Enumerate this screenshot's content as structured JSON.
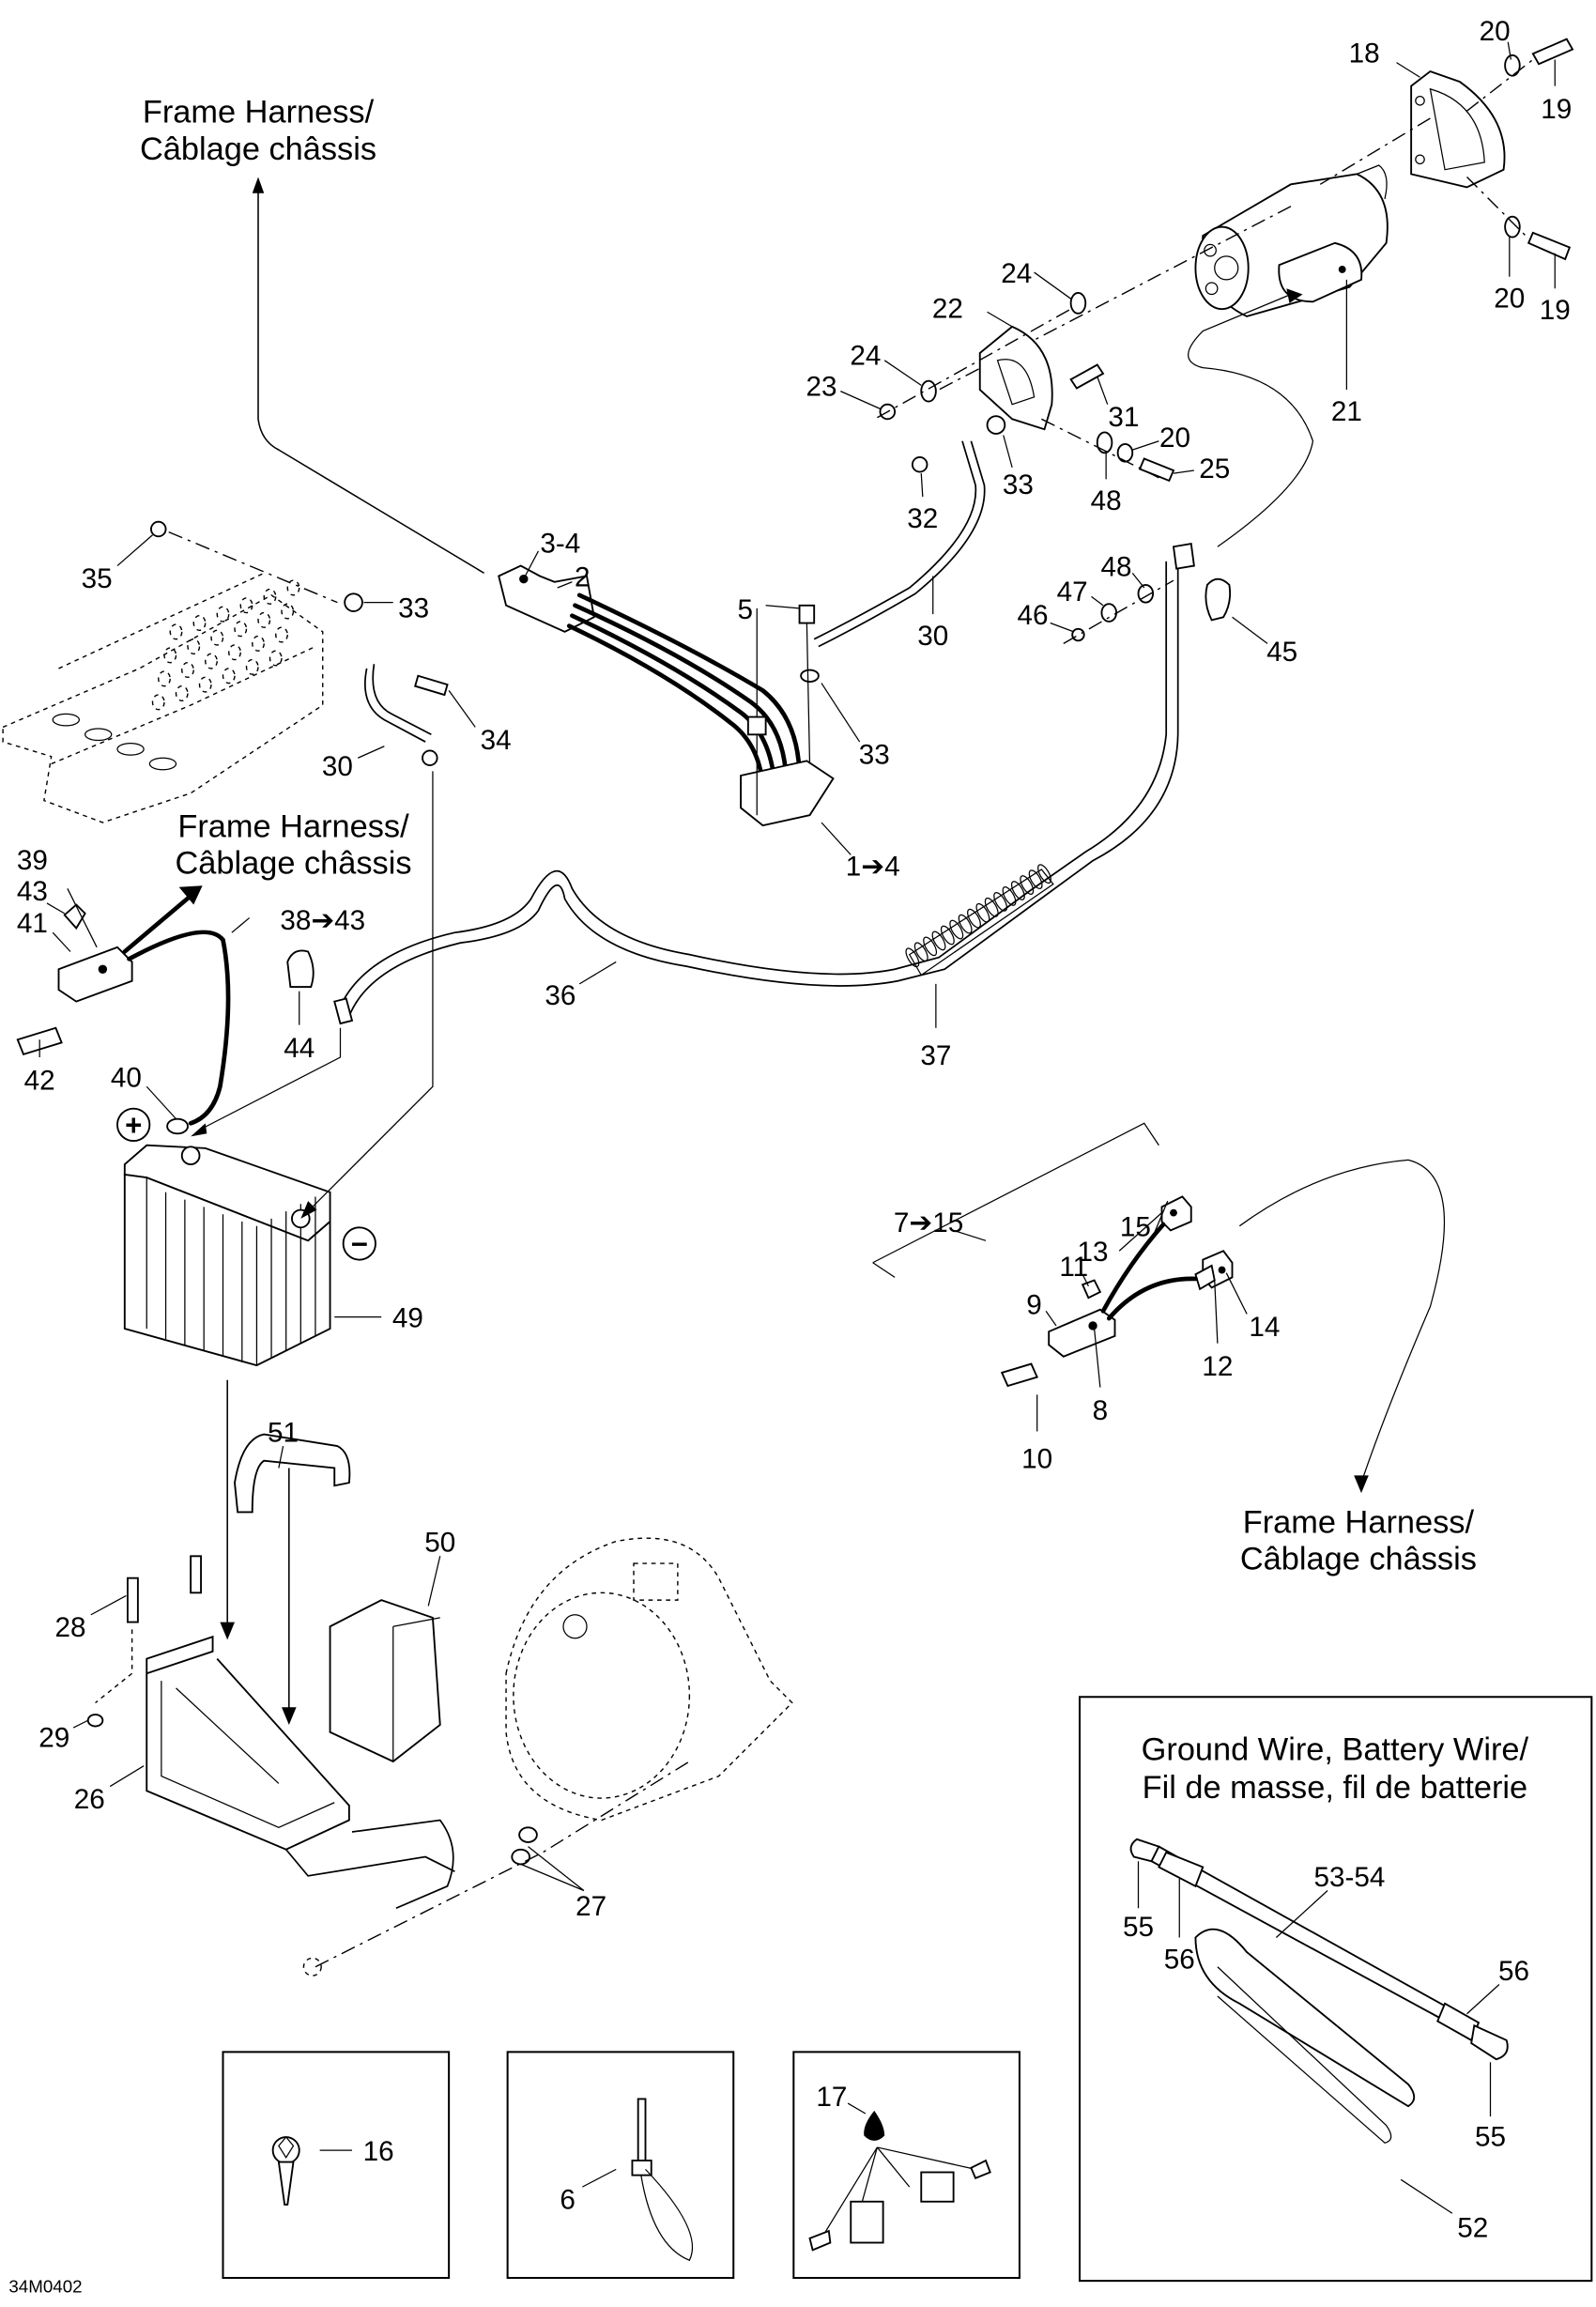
{
  "diagram": {
    "type": "exploded-parts-diagram",
    "drawing_id": "34M0402",
    "harness_notes": [
      {
        "line1": "Frame Harness/",
        "line2": "Câblage châssis"
      },
      {
        "line1": "Frame Harness/",
        "line2": "Câblage châssis"
      },
      {
        "line1": "Frame Harness/",
        "line2": "Câblage châssis"
      }
    ],
    "inset": {
      "title_line1": "Ground Wire, Battery Wire/",
      "title_line2": "Fil de masse, fil de batterie",
      "labels": [
        "55",
        "56",
        "53-54",
        "56",
        "55",
        "52"
      ]
    },
    "callouts": [
      "20",
      "18",
      "19",
      "20",
      "19",
      "24",
      "22",
      "21",
      "24",
      "23",
      "31",
      "20",
      "25",
      "33",
      "48",
      "32",
      "3-4",
      "2",
      "48",
      "47",
      "5",
      "30",
      "46",
      "45",
      "35",
      "33",
      "34",
      "30",
      "33",
      "1➔4",
      "39",
      "43",
      "41",
      "38➔43",
      "42",
      "44",
      "36",
      "37",
      "40",
      "49",
      "7➔15",
      "15",
      "13",
      "11",
      "9",
      "14",
      "12",
      "8",
      "10",
      "51",
      "50",
      "28",
      "29",
      "26",
      "27"
    ],
    "small_boxes": [
      {
        "label": "16",
        "item": "screw"
      },
      {
        "label": "6",
        "item": "cable-tie"
      },
      {
        "label": "17",
        "item": "connector-kit"
      }
    ],
    "battery_terminals": {
      "positive": "+",
      "negative": "−"
    }
  }
}
